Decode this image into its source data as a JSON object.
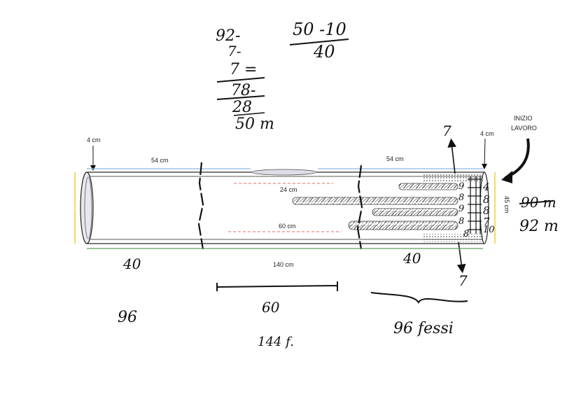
{
  "labels": {
    "inizio": "INIZIO",
    "lavoro": "LAVORO",
    "left_cuff": "4 cm",
    "right_cuff": "4 cm",
    "top_left_len": "54 cm",
    "top_right_len": "54 cm",
    "len_24": "24 cm",
    "len_60": "60 cm",
    "total_len": "140 cm",
    "height": "45 cm"
  },
  "handwriting": {
    "calc_92": "92-",
    "calc_7a": "7-",
    "calc_7b": "7 =",
    "calc_78": "78-",
    "calc_28": "28",
    "calc_50": "50 m",
    "frac_num": "50 -10",
    "frac_den": "40",
    "right_90": "90 m",
    "right_92": "92 m",
    "top_7": "7",
    "bottom_7": "7",
    "left_40": "40",
    "right_40": "40",
    "mid_60": "60",
    "left_96": "96",
    "mid_144": "144 f.",
    "right_96": "96 fessi",
    "row_numbers": [
      "9",
      "8",
      "9",
      "8",
      "8"
    ],
    "right_digits": [
      "4",
      "8",
      "8",
      "7",
      "10"
    ]
  },
  "colors": {
    "blue_line": "#8fb7e0",
    "red_dash": "#e06a6a",
    "green_line": "#5fa15f",
    "yellow_line": "#e8c84a",
    "cuff_fill": "#e7e7ee"
  }
}
